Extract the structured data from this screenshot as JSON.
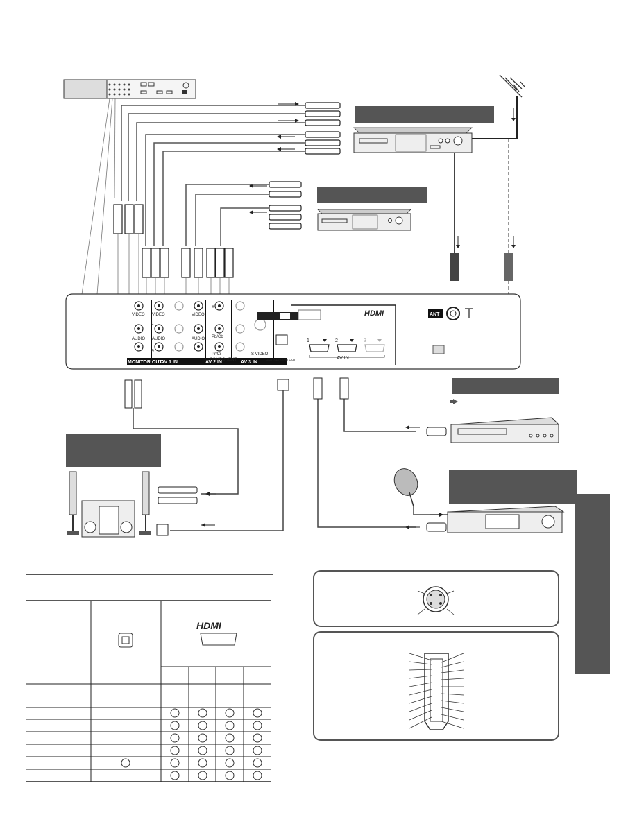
{
  "tv_panel": {
    "jack_labels": {
      "video": "VIDEO",
      "audio": "AUDIO",
      "l": "L",
      "r": "R",
      "y": "Y",
      "pb_cb": "Pb/Cb",
      "pr_cr": "Pr/Cr",
      "component": "COMPONENT",
      "s_video": "S VIDEO",
      "digital_audio_out": "DIGITAL AUDIO OUT",
      "ant": "ANT"
    },
    "section_labels": {
      "monitor_out": "MONITOR OUT",
      "av1_in": "AV 1  IN",
      "av2_in": "AV 2  IN",
      "av3_in": "AV 3  IN",
      "av_in": "AV  IN"
    },
    "hdmi_logo": "HDMI",
    "hdmi_ports": [
      "1",
      "2",
      "3"
    ]
  },
  "terminal_table": {
    "hdmi_logo": "HDMI",
    "row_count": 6,
    "marks": [
      {
        "row": 5,
        "col": "digital"
      }
    ]
  },
  "colors": {
    "label_box": "#555555",
    "side_tab": "#555555",
    "panel_black": "#111111",
    "dashed_cable": "#777777"
  }
}
